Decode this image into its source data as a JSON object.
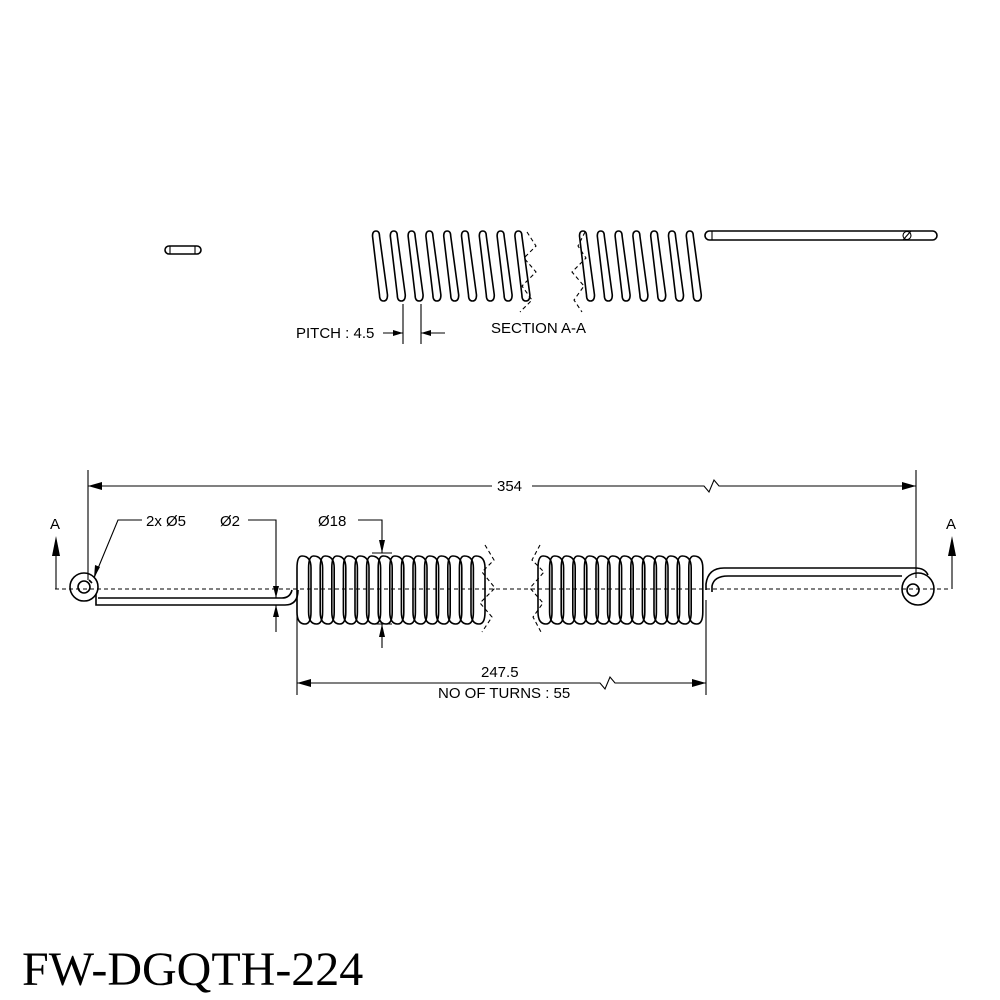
{
  "drawing": {
    "part_number": "FW-DGQTH-224",
    "section_view": {
      "title": "SECTION A-A",
      "pitch_label": "PITCH : 4.5"
    },
    "main_view": {
      "overall_length": "354",
      "eye_diameter": "2x Ø5",
      "wire_diameter": "Ø2",
      "coil_diameter": "Ø18",
      "body_length": "247.5",
      "turns_label": "NO OF TURNS : 55",
      "section_mark_left": "A",
      "section_mark_right": "A"
    }
  }
}
